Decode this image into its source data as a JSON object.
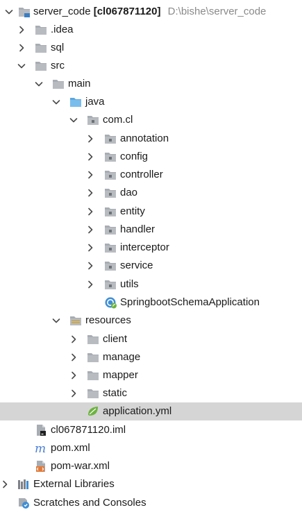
{
  "tree": {
    "root": {
      "name": "server_code",
      "module": "[cl067871120]",
      "path": "D:\\bishe\\server_code"
    },
    "nodes": {
      "idea": ".idea",
      "sql": "sql",
      "src": "src",
      "main": "main",
      "java": "java",
      "com_cl": "com.cl",
      "annotation": "annotation",
      "config": "config",
      "controller": "controller",
      "dao": "dao",
      "entity": "entity",
      "handler": "handler",
      "interceptor": "interceptor",
      "service": "service",
      "utils": "utils",
      "app_class": "SpringbootSchemaApplication",
      "resources": "resources",
      "client": "client",
      "manage": "manage",
      "mapper": "mapper",
      "static": "static",
      "application_yml": "application.yml",
      "iml": "cl067871120.iml",
      "pom": "pom.xml",
      "pom_war": "pom-war.xml",
      "external_libraries": "External Libraries",
      "scratches": "Scratches and Consoles"
    },
    "selected": "application.yml"
  },
  "colors": {
    "folder": "#a8adb3",
    "source_folder": "#6fb7e8",
    "resources_folder": "#b4a77d",
    "selection": "#d5d5d5",
    "path_text": "#8a8a8a",
    "spring_green": "#6db33f",
    "maven_blue": "#4a7fd6",
    "war_orange": "#e07b3b"
  }
}
